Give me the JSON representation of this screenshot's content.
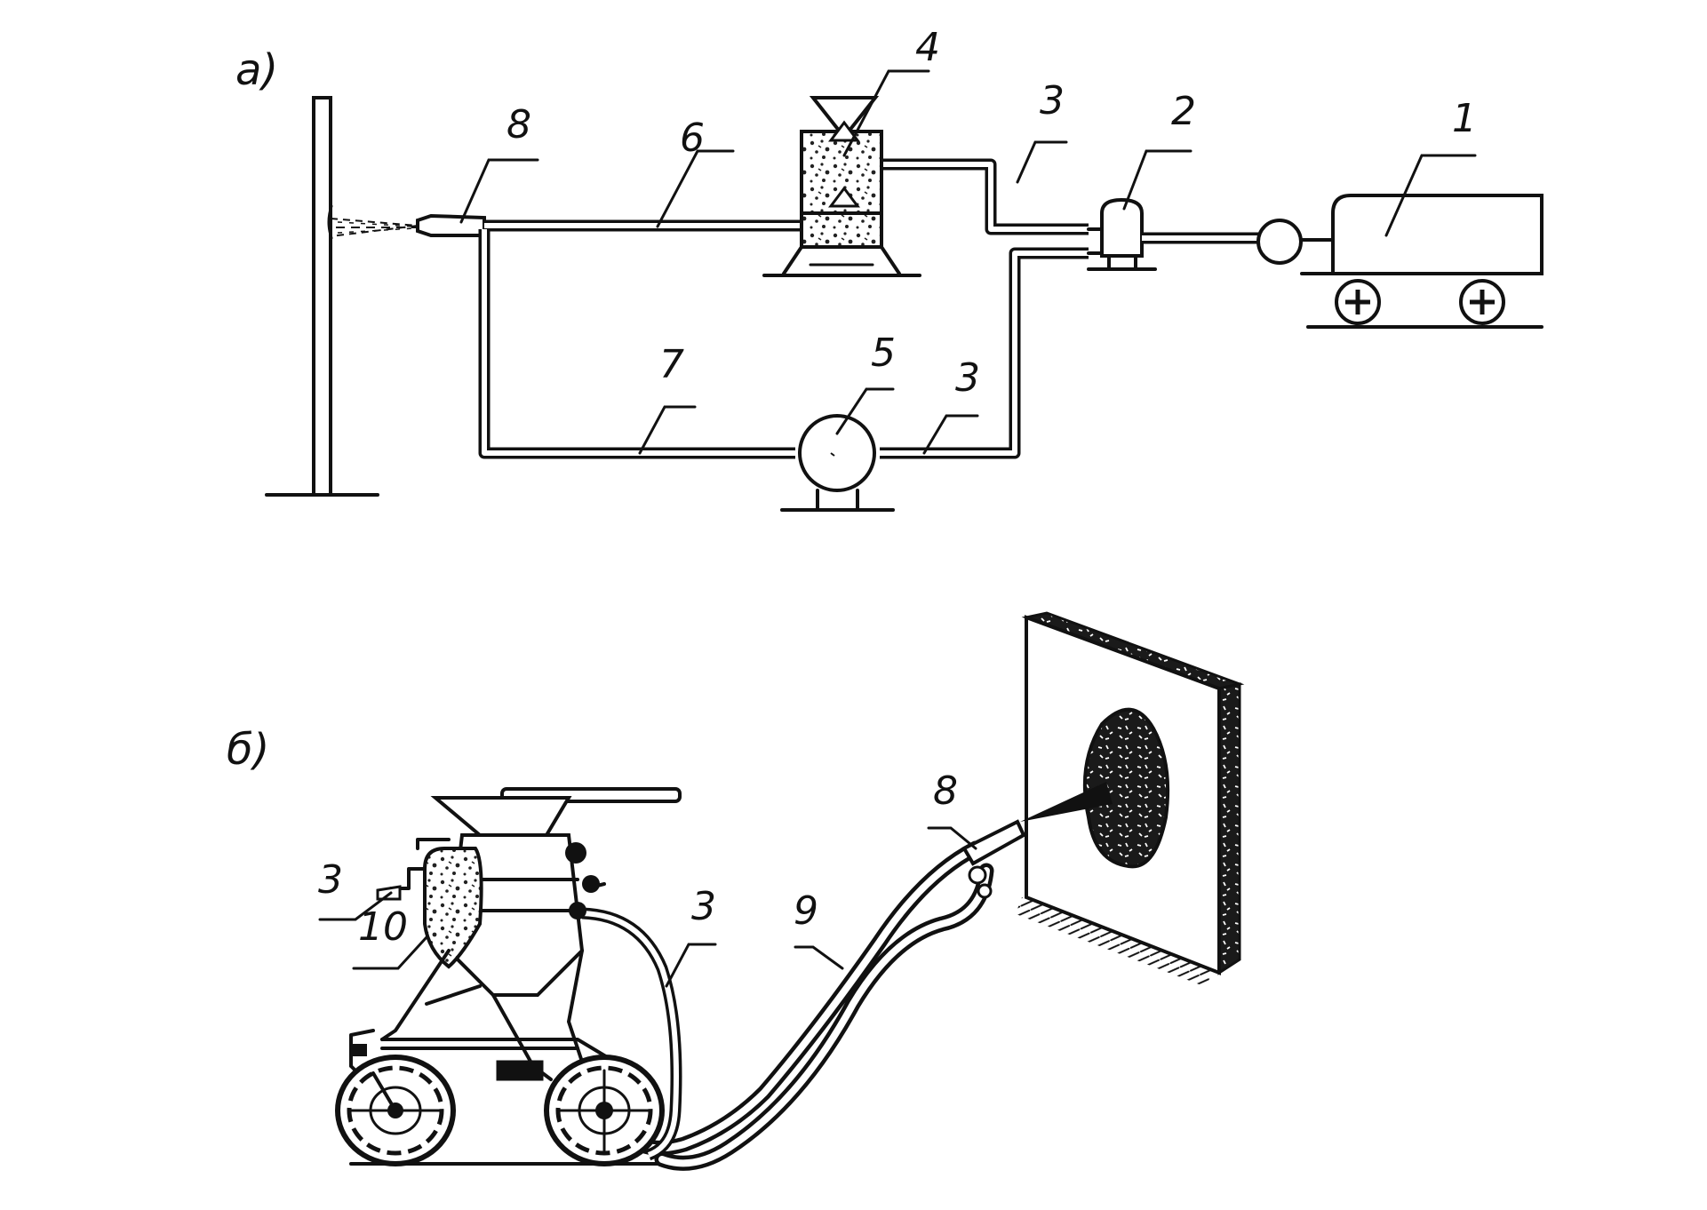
{
  "panels": {
    "a": "а)",
    "b": "б)"
  },
  "labels_a": {
    "compressor": "1",
    "oil_separator": "2",
    "air_hose_top": "3",
    "air_hose_bottom": "3",
    "dry_mix_machine": "4",
    "water_pump": "5",
    "material_hose": "6",
    "water_hose": "7",
    "nozzle": "8"
  },
  "labels_b": {
    "air_hose_left": "3",
    "mixing_chamber": "10",
    "air_hose_right": "3",
    "material_hose": "9",
    "nozzle": "8"
  }
}
